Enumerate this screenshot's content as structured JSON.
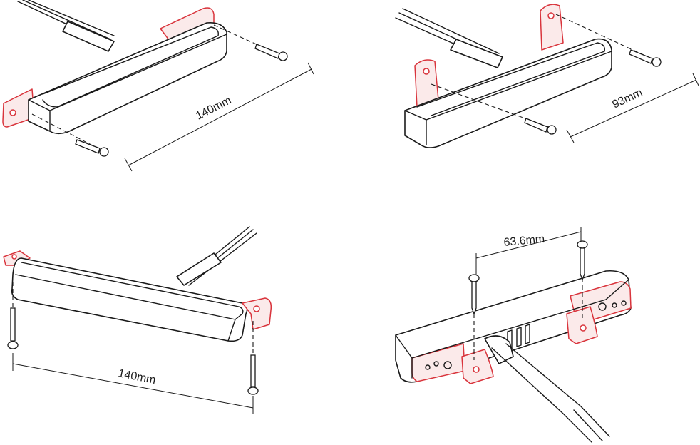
{
  "panels": [
    {
      "id": "top-left",
      "dimension_label": "140mm"
    },
    {
      "id": "top-right",
      "dimension_label": "93mm"
    },
    {
      "id": "bottom-left",
      "dimension_label": "140mm"
    },
    {
      "id": "bottom-right",
      "dimension_label": "63.6mm"
    }
  ],
  "colors": {
    "line": "#1a1a1a",
    "bracket": "#d9343c"
  }
}
